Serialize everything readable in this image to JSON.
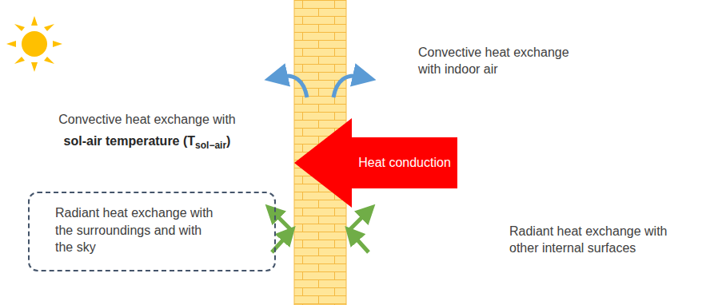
{
  "diagram": {
    "nodes": [
      {
        "text": [
          "Heat conduction"
        ]
      },
      {
        "text": [
          "Radiant heat exchange with the surroundings and with the sky"
        ]
      }
    ],
    "labels": [
      "Convective heat exchange with",
      "sol-air temperature (T",
      "sol−air",
      ")",
      "Convective heat exchange with indoor air",
      "Radiant heat exchange with other internal surfaces"
    ]
  }
}
